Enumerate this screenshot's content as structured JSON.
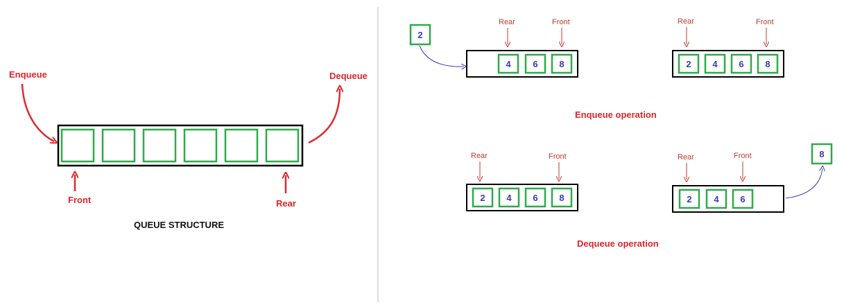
{
  "colors": {
    "red": "#e0282e",
    "green": "#2eaa4a",
    "blue": "#3a3ab8",
    "black": "#000000",
    "divider": "#bbbbbb"
  },
  "left": {
    "enqueue_label": "Enqueue",
    "dequeue_label": "Dequeue",
    "front_label": "Front",
    "rear_label": "Rear",
    "title": "QUEUE STRUCTURE",
    "slot_count": 6
  },
  "enqueue": {
    "caption": "Enqueue operation",
    "incoming_value": "2",
    "before": {
      "rear_label": "Rear",
      "front_label": "Front",
      "values": [
        "4",
        "6",
        "8"
      ]
    },
    "after": {
      "rear_label": "Rear",
      "front_label": "Front",
      "values": [
        "2",
        "4",
        "6",
        "8"
      ]
    }
  },
  "dequeue": {
    "caption": "Dequeue operation",
    "outgoing_value": "8",
    "before": {
      "rear_label": "Rear",
      "front_label": "Front",
      "values": [
        "2",
        "4",
        "6",
        "8"
      ]
    },
    "after": {
      "rear_label": "Rear",
      "front_label": "Front",
      "values": [
        "2",
        "4",
        "6"
      ]
    }
  }
}
